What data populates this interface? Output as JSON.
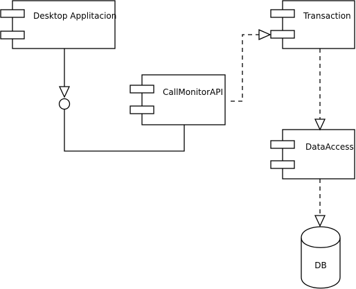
{
  "components": {
    "desktop": {
      "label": "Desktop Applitacion"
    },
    "transaction": {
      "label": "Transaction"
    },
    "callmonitor": {
      "label": "CallMonitorAPI"
    },
    "dataaccess": {
      "label": "DataAccess"
    }
  },
  "database": {
    "label": "DB"
  },
  "relations": [
    {
      "from": "desktop",
      "to": "callmonitor",
      "kind": "interface-usage"
    },
    {
      "from": "callmonitor",
      "to": "transaction",
      "kind": "dependency"
    },
    {
      "from": "transaction",
      "to": "dataaccess",
      "kind": "dependency"
    },
    {
      "from": "dataaccess",
      "to": "database",
      "kind": "dependency"
    }
  ]
}
